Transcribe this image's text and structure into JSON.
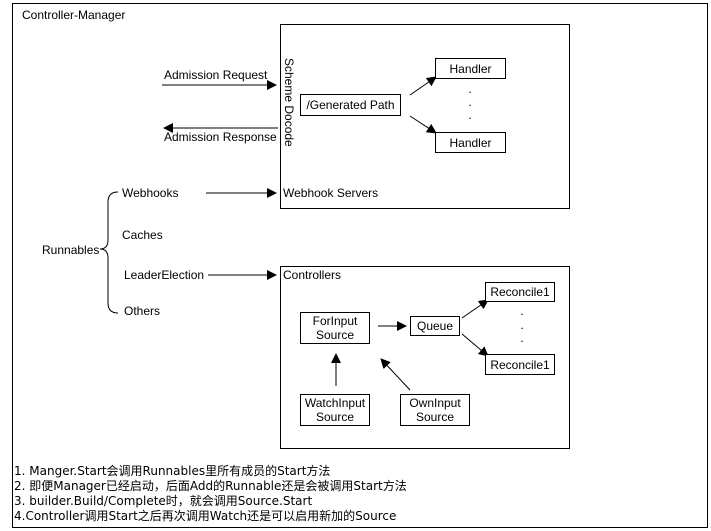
{
  "title": "Controller-Manager",
  "webhook": {
    "admission_request": "Admission Request",
    "admission_response": "Admission Response",
    "scheme_decode": "Scheme Docode",
    "generated_path": "/Generated Path",
    "handler_top": "Handler",
    "handler_bottom": "Handler",
    "ellipsis": [
      ".",
      ".",
      "."
    ],
    "servers_label": "Webhook Servers"
  },
  "runnables": {
    "label": "Runnables",
    "items": [
      "Webhooks",
      "Caches",
      "LeaderElection",
      "Others"
    ]
  },
  "controllers": {
    "label": "Controllers",
    "for_input_source": "ForInput\nSource",
    "queue": "Queue",
    "reconcile_top": "Reconcile1",
    "reconcile_bottom": "Reconcile1",
    "ellipsis": [
      ".",
      ".",
      "."
    ],
    "watch_input_source": "WatchInput\nSource",
    "own_input_source": "OwnInput\nSource"
  },
  "notes": [
    "1. Manger.Start会调用Runnables里所有成员的Start方法",
    "2. 即便Manager已经启动，后面Add的Runnable还是会被调用Start方法",
    "3. builder.Build/Complete时，就会调用Source.Start",
    "4.Controller调用Start之后再次调用Watch还是可以启用新加的Source"
  ]
}
